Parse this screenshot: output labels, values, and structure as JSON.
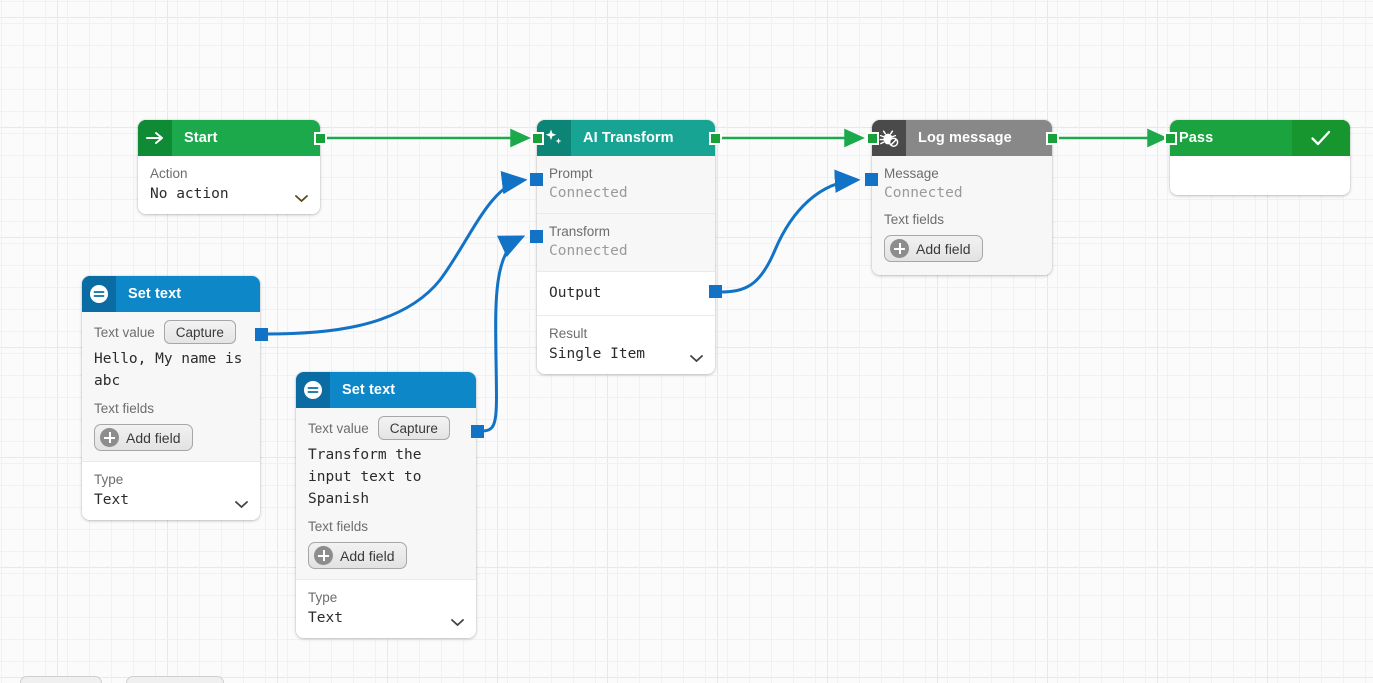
{
  "canvas": {
    "background": "#fbfbfb",
    "grid_minor": "#f1f1f1",
    "grid_major": "#e8e8e8",
    "edge_green": "#1ba94c",
    "edge_blue": "#1273c6"
  },
  "nodes": {
    "start": {
      "title": "Start",
      "icon": "arrow-right-icon",
      "header_color": "#1ba94c",
      "icon_bg": "#0f8a35",
      "fields": [
        {
          "label": "Action",
          "value": "No action",
          "control": "select"
        }
      ]
    },
    "set_text_1": {
      "title": "Set text",
      "icon": "equals-circle-icon",
      "header_color": "#0e87c9",
      "icon_bg": "#0a6ca3",
      "text_value_label": "Text value",
      "capture_label": "Capture",
      "text_value": "Hello, My name is abc",
      "text_fields_label": "Text fields",
      "add_field_label": "Add field",
      "type_label": "Type",
      "type_value": "Text"
    },
    "set_text_2": {
      "title": "Set text",
      "icon": "equals-circle-icon",
      "header_color": "#0e87c9",
      "icon_bg": "#0a6ca3",
      "text_value_label": "Text value",
      "capture_label": "Capture",
      "text_value": "Transform the input text to Spanish",
      "text_fields_label": "Text fields",
      "add_field_label": "Add field",
      "type_label": "Type",
      "type_value": "Text"
    },
    "ai_transform": {
      "title": "AI Transform",
      "icon": "sparkle-icon",
      "header_color": "#17a493",
      "icon_bg": "#0c8577",
      "prompt_label": "Prompt",
      "prompt_value": "Connected",
      "transform_label": "Transform",
      "transform_value": "Connected",
      "output_label": "Output",
      "result_label": "Result",
      "result_value": "Single Item"
    },
    "log_message": {
      "title": "Log message",
      "icon": "bug-off-icon",
      "header_color": "#888888",
      "icon_bg": "#4a4a4a",
      "message_label": "Message",
      "message_value": "Connected",
      "text_fields_label": "Text fields",
      "add_field_label": "Add field"
    },
    "pass": {
      "title": "Pass",
      "icon": "check-icon",
      "header_color": "#1ba340",
      "check_bg": "#17962f"
    }
  },
  "edges": [
    {
      "from": "start.out",
      "to": "ai_transform.in",
      "color": "#1ba94c",
      "style": "straight"
    },
    {
      "from": "ai_transform.out",
      "to": "log_message.in",
      "color": "#1ba94c",
      "style": "straight"
    },
    {
      "from": "log_message.out",
      "to": "pass.in",
      "color": "#1ba94c",
      "style": "straight"
    },
    {
      "from": "set_text_1.out",
      "to": "ai_transform.prompt",
      "color": "#1273c6",
      "style": "bezier"
    },
    {
      "from": "set_text_2.out",
      "to": "ai_transform.transform",
      "color": "#1273c6",
      "style": "bezier"
    },
    {
      "from": "ai_transform.output",
      "to": "log_message.message",
      "color": "#1273c6",
      "style": "bezier"
    }
  ],
  "footer_buttons": [
    "",
    ""
  ]
}
